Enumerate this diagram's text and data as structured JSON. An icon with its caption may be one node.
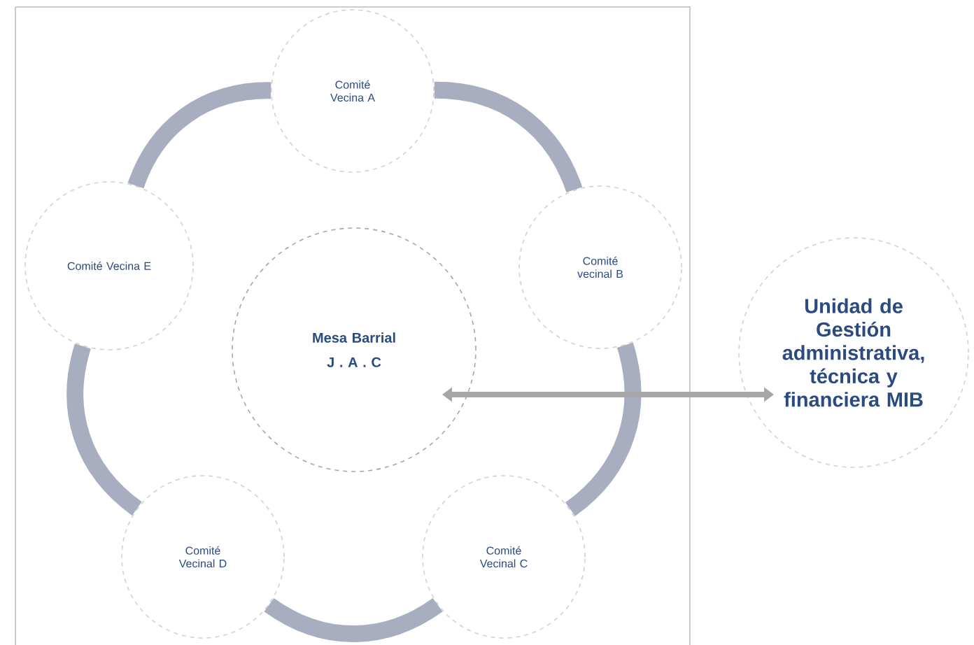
{
  "diagram": {
    "nodes": [
      {
        "text": [
          "Comité Vecina A"
        ]
      },
      {
        "text": [
          "Comité vecinal B"
        ]
      },
      {
        "text": [
          "Comité Vecinal C"
        ]
      },
      {
        "text": [
          "Comité Vecinal D"
        ]
      },
      {
        "text": [
          "Comité Vecina E"
        ]
      },
      {
        "text": [
          "Mesa Barrial",
          "J . A . C"
        ]
      },
      {
        "text": [
          "Unidad de Gestión administrativa, técnica y financiera MIB"
        ]
      }
    ],
    "edges": [
      {
        "from": 0,
        "to": 1,
        "arrow": "none"
      },
      {
        "from": 1,
        "to": 2,
        "arrow": "none"
      },
      {
        "from": 2,
        "to": 3,
        "arrow": "none"
      },
      {
        "from": 3,
        "to": 4,
        "arrow": "none"
      },
      {
        "from": 4,
        "to": 0,
        "arrow": "none"
      },
      {
        "from": 5,
        "to": 6,
        "arrow": "both",
        "color": "#a6a6a6"
      }
    ]
  }
}
